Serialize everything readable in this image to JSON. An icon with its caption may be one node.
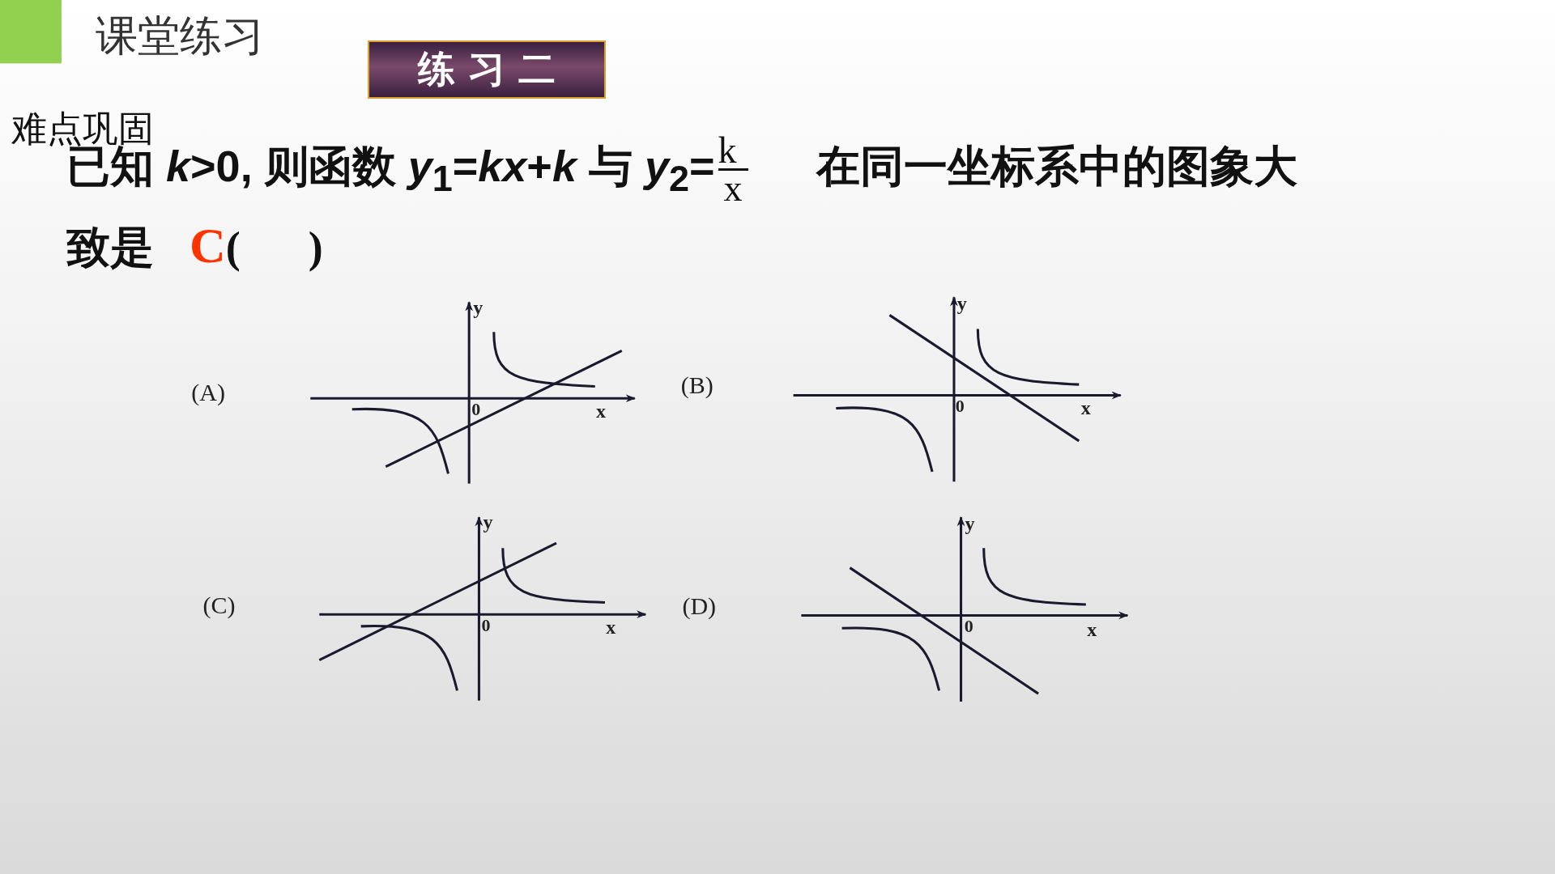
{
  "diagram": {
    "title": "课堂练习",
    "nodes": [
      {
        "text": [
          "练 习 二"
        ]
      }
    ],
    "labels": [
      "难点巩固",
      "已知 *k*>0, 则函数 *y*$_{1}$=*kx*+*k* 与 *y*$_{2}$=",
      "k",
      "x",
      "在同一坐标系中的图象大致是",
      "C",
      "(",
      ")",
      "(A)",
      "y",
      "0",
      "x",
      "(B)",
      "y",
      "0",
      "x",
      "(C)",
      "y",
      "0",
      "x",
      "(D)",
      "y",
      "0",
      "x"
    ]
  }
}
